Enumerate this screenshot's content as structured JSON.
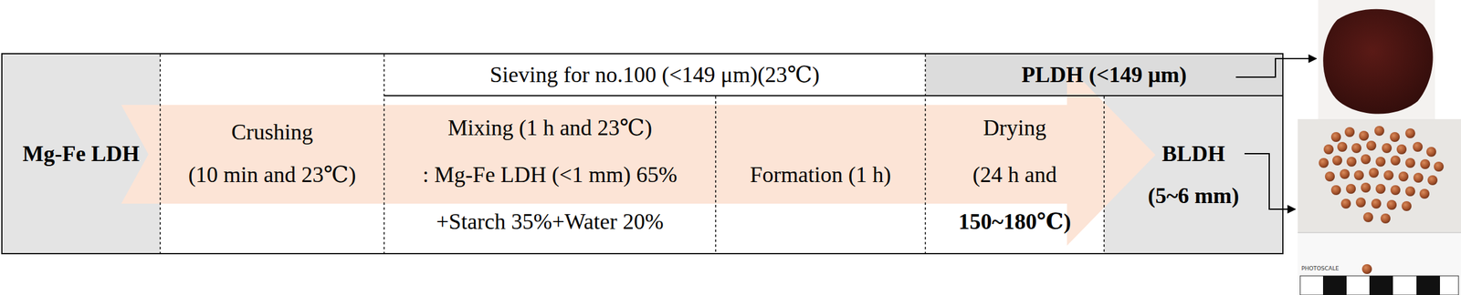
{
  "diagram": {
    "nodes": [
      {
        "text": [
          "Mg-Fe LDH"
        ]
      },
      {
        "text": [
          "Crushing",
          "(10 min and 23℃)"
        ]
      },
      {
        "text": [
          "Sieving for no.100 (<149 μm)(23℃)"
        ]
      },
      {
        "text": [
          "PLDH (<149 μm)"
        ]
      },
      {
        "text": [
          "Mixing (1 h and 23℃)",
          ": Mg-Fe LDH (<1 mm) 65%",
          "+Starch 35%+Water 20%"
        ]
      },
      {
        "text": [
          "Formation (1 h)"
        ]
      },
      {
        "text": [
          "Drying",
          "(24 h and",
          "150~180℃)"
        ]
      },
      {
        "text": [
          "BLDH",
          "(5~6 mm)"
        ]
      }
    ],
    "labels": [
      "PHOTOSCALE"
    ]
  }
}
